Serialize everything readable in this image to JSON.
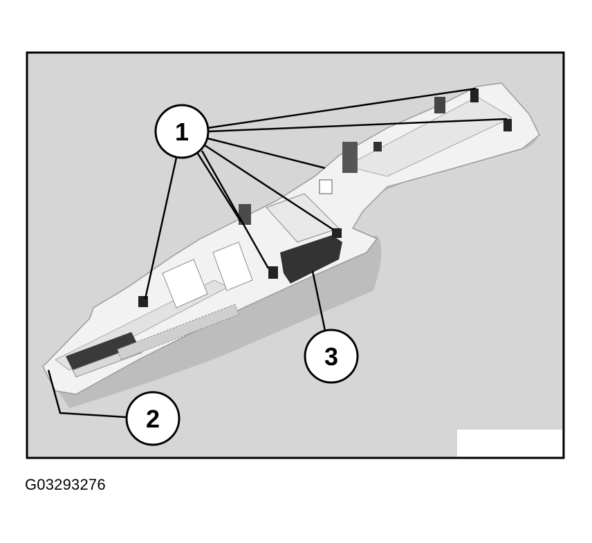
{
  "figure": {
    "callouts": [
      {
        "label": "1"
      },
      {
        "label": "2"
      },
      {
        "label": "3"
      }
    ],
    "caption": "G03293276",
    "colors": {
      "background": "#d6d6d6",
      "frame": "#000000",
      "part": "#f2f2f2",
      "part_shadow": "#b9b9b9",
      "dark": "#3a3a3a",
      "callout_fill": "#ffffff"
    }
  }
}
